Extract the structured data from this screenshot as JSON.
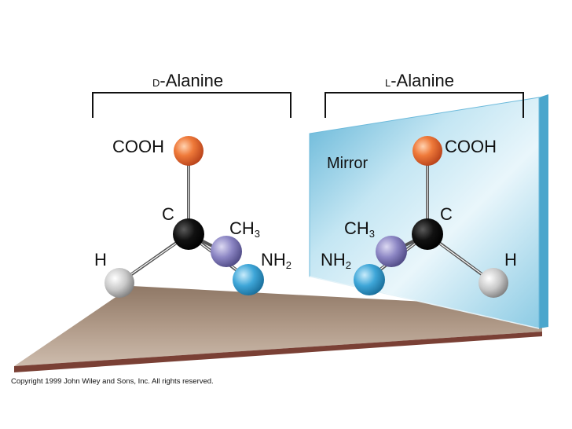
{
  "left": {
    "title_prefix": "D",
    "title_main": "-Alanine",
    "cooh": "COOH",
    "c": "C",
    "ch3_main": "CH",
    "ch3_sub": "3",
    "h": "H",
    "nh2_main": "NH",
    "nh2_sub": "2"
  },
  "right": {
    "title_prefix": "L",
    "title_main": "-Alanine",
    "cooh": "COOH",
    "c": "C",
    "ch3_main": "CH",
    "ch3_sub": "3",
    "h": "H",
    "nh2_main": "NH",
    "nh2_sub": "2"
  },
  "mirror_label": "Mirror",
  "copyright": "Copyright 1999 John Wiley and Sons, Inc. All rights reserved.",
  "colors": {
    "cooh_atom": "#e8672a",
    "carbon_atom": "#111111",
    "ch3_atom": "#8c86c4",
    "nh2_atom": "#3ea6d8",
    "h_atom": "#c8c8c8",
    "floor": "#b29c88",
    "floor_edge": "#7a4a3a",
    "mirror": "#9fd3e8"
  }
}
